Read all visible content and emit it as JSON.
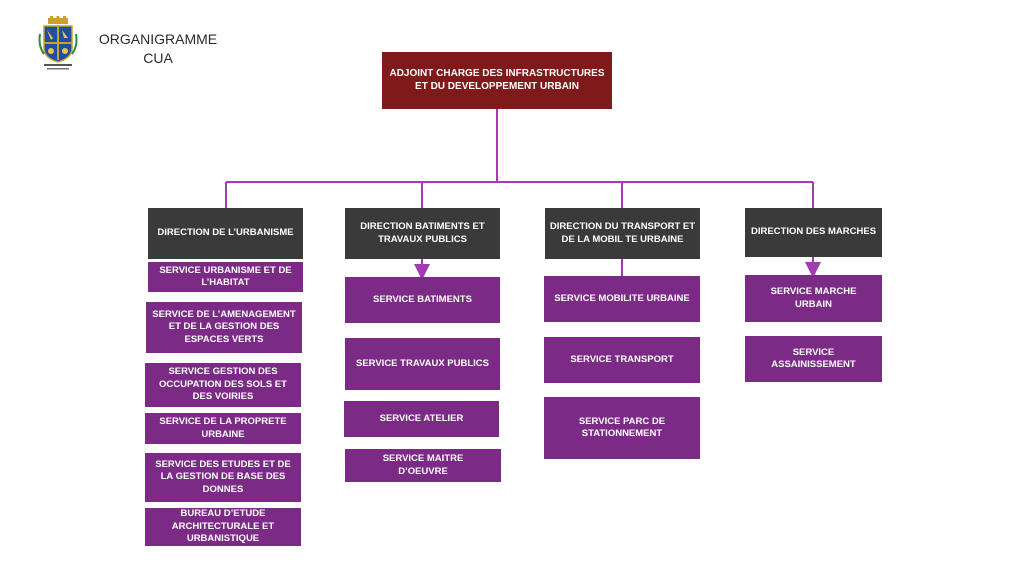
{
  "header": {
    "title": "ORGANIGRAMME\nCUA",
    "logo_icon": "coat-of-arms-icon"
  },
  "top": {
    "label": "ADJOINT CHARGE DES INFRASTRUCTURES\nET DU DEVELOPPEMENT URBAIN"
  },
  "directions": [
    {
      "label": "DIRECTION DE L’URBANISME",
      "services": [
        "SERVICE URBANISME ET DE\nL’HABITAT",
        "SERVICE DE L’AMENAGEMENT\nET DE LA GESTION DES\nESPACES VERTS",
        "SERVICE GESTION DES\nOCCUPATION DES SOLS ET\nDES VOIRIES",
        "SERVICE DE LA PROPRETE\nURBAINE",
        "SERVICE DES ETUDES ET DE\nLA GESTION DE BASE DES\nDONNES",
        "BUREAU D’ETUDE\nARCHITECTURALE ET\nURBANISTIQUE"
      ]
    },
    {
      "label": "DIRECTION BATIMENTS ET\nTRAVAUX PUBLICS",
      "services": [
        "SERVICE BATIMENTS",
        "SERVICE TRAVAUX PUBLICS",
        "SERVICE ATELIER",
        "SERVICE MAITRE\nD’OEUVRE"
      ]
    },
    {
      "label": "DIRECTION DU TRANSPORT ET\nDE LA MOBIL TE URBAINE",
      "services": [
        "SERVICE MOBILITE URBAINE",
        "SERVICE TRANSPORT",
        "SERVICE PARC DE\nSTATIONNEMENT"
      ]
    },
    {
      "label": "DIRECTION DES MARCHES",
      "services": [
        "SERVICE MARCHE\nURBAIN",
        "SERVICE\nASSAINISSEMENT"
      ]
    }
  ]
}
